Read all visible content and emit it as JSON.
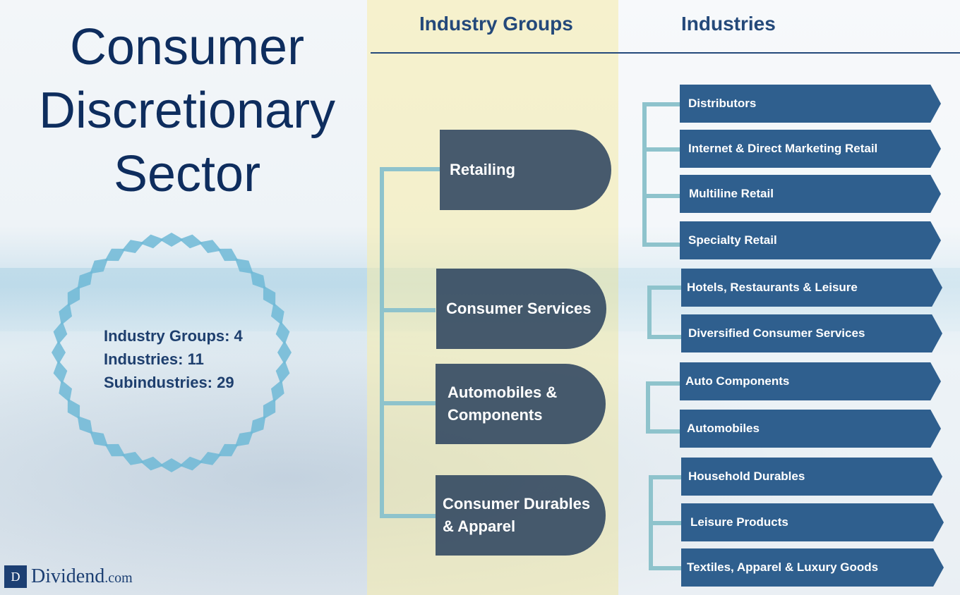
{
  "title": {
    "line1": "Consumer",
    "line2": "Discretionary",
    "line3": "Sector"
  },
  "headers": {
    "groups": "Industry Groups",
    "industries": "Industries"
  },
  "stats": {
    "groups": "Industry Groups: 4",
    "industries": "Industries: 11",
    "subindustries": "Subindustries: 29"
  },
  "groups": [
    {
      "line1": "Retailing",
      "line2": ""
    },
    {
      "line1": "Consumer Services",
      "line2": ""
    },
    {
      "line1": "Automobiles &",
      "line2": "Components"
    },
    {
      "line1": "Consumer Durables",
      "line2": "& Apparel"
    }
  ],
  "industries": [
    "Distributors",
    "Internet & Direct Marketing Retail",
    "Multiline Retail",
    "Specialty Retail",
    "Hotels, Restaurants & Leisure",
    "Diversified Consumer Services",
    "Auto Components",
    "Automobiles",
    "Household Durables",
    "Leisure Products",
    "Textiles, Apparel & Luxury Goods"
  ],
  "logo": {
    "mark": "D",
    "name": "Dividend",
    "tld": ".com"
  },
  "colors": {
    "title": "#0e2d5e",
    "group_fill": "#28405c",
    "industry_fill": "#2f5f8e",
    "connector": "#8ec3cc",
    "starburst": "#6fb8d6"
  }
}
